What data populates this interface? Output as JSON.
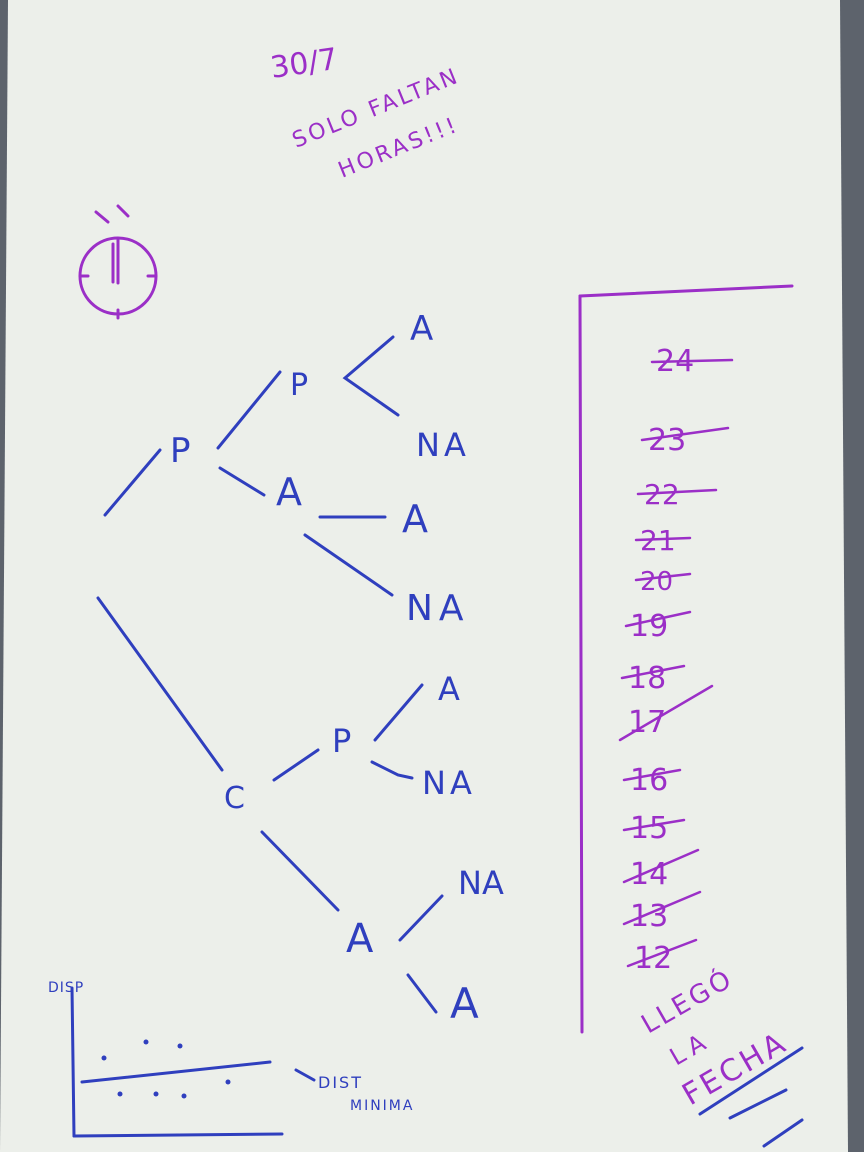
{
  "header": {
    "date": "30/7",
    "line1": "SOLO FALTAN",
    "line2": "HORAS!!!"
  },
  "tree": {
    "root": "P",
    "l1_top": "P",
    "l1_mid": "A",
    "leaf1": "A",
    "leaf2": "NA",
    "leaf3": "A",
    "leaf4": "NA",
    "low_root": "C",
    "low_p": "P",
    "leaf5": "A",
    "leaf6": "NA",
    "low_a": "A",
    "leaf7": "NA",
    "leaf8": "A"
  },
  "countdown": {
    "numbers": [
      "24",
      "23",
      "22",
      "21",
      "20",
      "19",
      "18",
      "17",
      "16",
      "15",
      "14",
      "13",
      "12"
    ],
    "final_line1": "LLEGÓ",
    "final_line2": "LA",
    "final_line3": "FECHA"
  },
  "mini_chart": {
    "ylabel": "DISP",
    "annotation_line1": "DIST",
    "annotation_line2": "MINIMA"
  },
  "colors": {
    "paper": "#ecefea",
    "blue_ink": "#2f3fbe",
    "purple_ink": "#9b2fc7",
    "background": "#5d636c"
  }
}
